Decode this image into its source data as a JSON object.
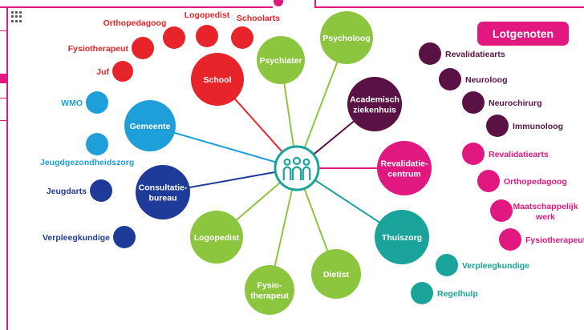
{
  "lotgenoten_button": "Lotgenoten",
  "colors": {
    "red": "#e6242a",
    "blue": "#1f9fd9",
    "darkblue": "#1f3b9a",
    "green": "#8cc63e",
    "purple": "#5a1245",
    "magenta": "#e0187f",
    "teal": "#1aa39a"
  },
  "center_icon": "family-icon",
  "hubs": [
    {
      "id": "school",
      "label": "School",
      "color": "red"
    },
    {
      "id": "gemeente",
      "label": "Gemeente",
      "color": "blue"
    },
    {
      "id": "consultatiebureau",
      "label": "Consultatie-\nbureau",
      "color": "darkblue"
    },
    {
      "id": "psychiater",
      "label": "Psychiater",
      "color": "green"
    },
    {
      "id": "psycholoog",
      "label": "Psycholoog",
      "color": "green"
    },
    {
      "id": "academisch",
      "label": "Academisch\nziekenhuis",
      "color": "purple"
    },
    {
      "id": "revalidatiecentrum",
      "label": "Revalidatie-\ncentrum",
      "color": "magenta"
    },
    {
      "id": "thuiszorg",
      "label": "Thuiszorg",
      "color": "teal"
    },
    {
      "id": "dietist",
      "label": "Dietist",
      "color": "green"
    },
    {
      "id": "fysiotherapeut",
      "label": "Fysio-\ntherapeut",
      "color": "green"
    },
    {
      "id": "logopedist",
      "label": "Logopedist",
      "color": "green"
    }
  ],
  "satellites": [
    {
      "id": "sat-juf",
      "label": "Juf",
      "color": "red",
      "hub": "school"
    },
    {
      "id": "sat-fysiotherapeut",
      "label": "Fysiotherapeut",
      "color": "red",
      "hub": "school"
    },
    {
      "id": "sat-orthopedagoog",
      "label": "Orthopedagoog",
      "color": "red",
      "hub": "school"
    },
    {
      "id": "sat-logopedist",
      "label": "Logopedist",
      "color": "red",
      "hub": "school"
    },
    {
      "id": "sat-schoolarts",
      "label": "Schoolarts",
      "color": "red",
      "hub": "school"
    },
    {
      "id": "sat-wmo",
      "label": "WMO",
      "color": "blue",
      "hub": "gemeente"
    },
    {
      "id": "sat-jeugdgezondheidszorg",
      "label": "Jeugdgezondheidszorg",
      "color": "blue",
      "hub": "gemeente"
    },
    {
      "id": "sat-jeugdarts",
      "label": "Jeugdarts",
      "color": "darkblue",
      "hub": "consultatiebureau"
    },
    {
      "id": "sat-verpleegkundige-cb",
      "label": "Verpleegkundige",
      "color": "darkblue",
      "hub": "consultatiebureau"
    },
    {
      "id": "sat-revalidatiearts-az",
      "label": "Revalidatiearts",
      "color": "purple",
      "hub": "academisch"
    },
    {
      "id": "sat-neuroloog",
      "label": "Neuroloog",
      "color": "purple",
      "hub": "academisch"
    },
    {
      "id": "sat-neurochirurg",
      "label": "Neurochirurg",
      "color": "purple",
      "hub": "academisch"
    },
    {
      "id": "sat-immunoloog",
      "label": "Immunoloog",
      "color": "purple",
      "hub": "academisch"
    },
    {
      "id": "sat-revalidatiearts-rc",
      "label": "Revalidatiearts",
      "color": "magenta",
      "hub": "revalidatiecentrum"
    },
    {
      "id": "sat-orthopedagoog-rc",
      "label": "Orthopedagoog",
      "color": "magenta",
      "hub": "revalidatiecentrum"
    },
    {
      "id": "sat-maatschappelijk",
      "label": "Maatschappelijk\nwerk",
      "color": "magenta",
      "hub": "revalidatiecentrum"
    },
    {
      "id": "sat-fysiotherapeut-rc",
      "label": "Fysiotherapeut",
      "color": "magenta",
      "hub": "revalidatiecentrum"
    },
    {
      "id": "sat-verpleegkundige-tz",
      "label": "Verpleegkundige",
      "color": "teal",
      "hub": "thuiszorg"
    },
    {
      "id": "sat-regelhulp",
      "label": "Regelhulp",
      "color": "teal",
      "hub": "thuiszorg"
    }
  ]
}
